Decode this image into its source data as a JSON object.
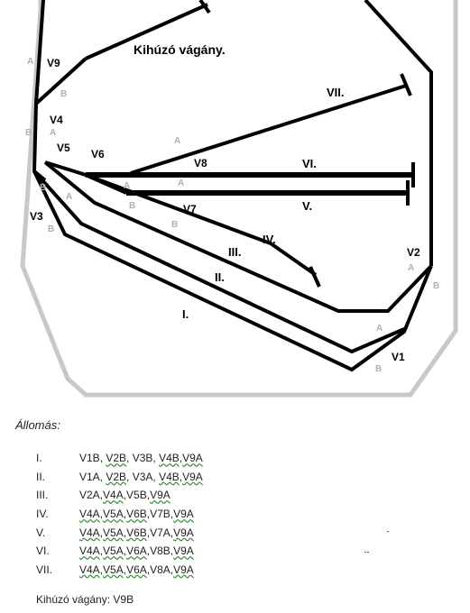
{
  "diagram": {
    "title": "Kihúzó vágány.",
    "tracks": [
      {
        "id": "I",
        "label": "I."
      },
      {
        "id": "II",
        "label": "II."
      },
      {
        "id": "III",
        "label": "III."
      },
      {
        "id": "IV",
        "label": "IV."
      },
      {
        "id": "V",
        "label": "V."
      },
      {
        "id": "VI",
        "label": "VI."
      },
      {
        "id": "VII",
        "label": "VII."
      }
    ],
    "switches": [
      "V1",
      "V2",
      "V3",
      "V4",
      "V5",
      "V6",
      "V7",
      "V8",
      "V9"
    ],
    "branch_letters": [
      "A",
      "B"
    ]
  },
  "legend": {
    "heading": "Állomás:",
    "rows": [
      {
        "num": "I.",
        "route": [
          {
            "t": "V1B",
            "w": false
          },
          {
            "t": ", ",
            "w": false
          },
          {
            "t": "V2B",
            "w": true
          },
          {
            "t": ", V3B, ",
            "w": false
          },
          {
            "t": "V4B",
            "w": true
          },
          {
            "t": ",",
            "w": false
          },
          {
            "t": "V9A",
            "w": true
          }
        ]
      },
      {
        "num": "II.",
        "route": [
          {
            "t": "V1A, ",
            "w": false
          },
          {
            "t": "V2B",
            "w": true
          },
          {
            "t": ", V3A, ",
            "w": false
          },
          {
            "t": "V4B",
            "w": true
          },
          {
            "t": ",",
            "w": false
          },
          {
            "t": "V9A",
            "w": true
          }
        ]
      },
      {
        "num": "III.",
        "route": [
          {
            "t": "V2A,",
            "w": false
          },
          {
            "t": "V4A",
            "w": true
          },
          {
            "t": ",V5B,",
            "w": false
          },
          {
            "t": "V9A",
            "w": true
          }
        ]
      },
      {
        "num": "IV.",
        "route": [
          {
            "t": "V4A",
            "w": true
          },
          {
            "t": ",",
            "w": false
          },
          {
            "t": "V5A",
            "w": true
          },
          {
            "t": ",",
            "w": false
          },
          {
            "t": "V6B",
            "w": true
          },
          {
            "t": ",V7B,",
            "w": false
          },
          {
            "t": "V9A",
            "w": true
          }
        ]
      },
      {
        "num": "V.",
        "route": [
          {
            "t": "V4A",
            "w": true
          },
          {
            "t": ",",
            "w": false
          },
          {
            "t": "V5A",
            "w": true
          },
          {
            "t": ",",
            "w": false
          },
          {
            "t": "V6B",
            "w": true
          },
          {
            "t": ",V7A,",
            "w": false
          },
          {
            "t": "V9A",
            "w": true
          }
        ]
      },
      {
        "num": "VI.",
        "route": [
          {
            "t": "V4A",
            "w": true
          },
          {
            "t": ",",
            "w": false
          },
          {
            "t": "V5A",
            "w": true
          },
          {
            "t": ",",
            "w": false
          },
          {
            "t": "V6A",
            "w": true
          },
          {
            "t": ",V8B,",
            "w": false
          },
          {
            "t": "V9A",
            "w": true
          }
        ]
      },
      {
        "num": "VII.",
        "route": [
          {
            "t": "V4A",
            "w": true
          },
          {
            "t": ",",
            "w": false
          },
          {
            "t": "V5A",
            "w": true
          },
          {
            "t": ",",
            "w": false
          },
          {
            "t": "V6A",
            "w": true
          },
          {
            "t": ",V8A,",
            "w": false
          },
          {
            "t": "V9A",
            "w": true
          }
        ]
      }
    ],
    "footer": "Kihúzó vágány: V9B"
  },
  "colors": {
    "track": "#000000",
    "boundary": "#c8c8c8",
    "branch_letter": "#b0b0b0",
    "spellcheck": "#3a8a3a"
  }
}
